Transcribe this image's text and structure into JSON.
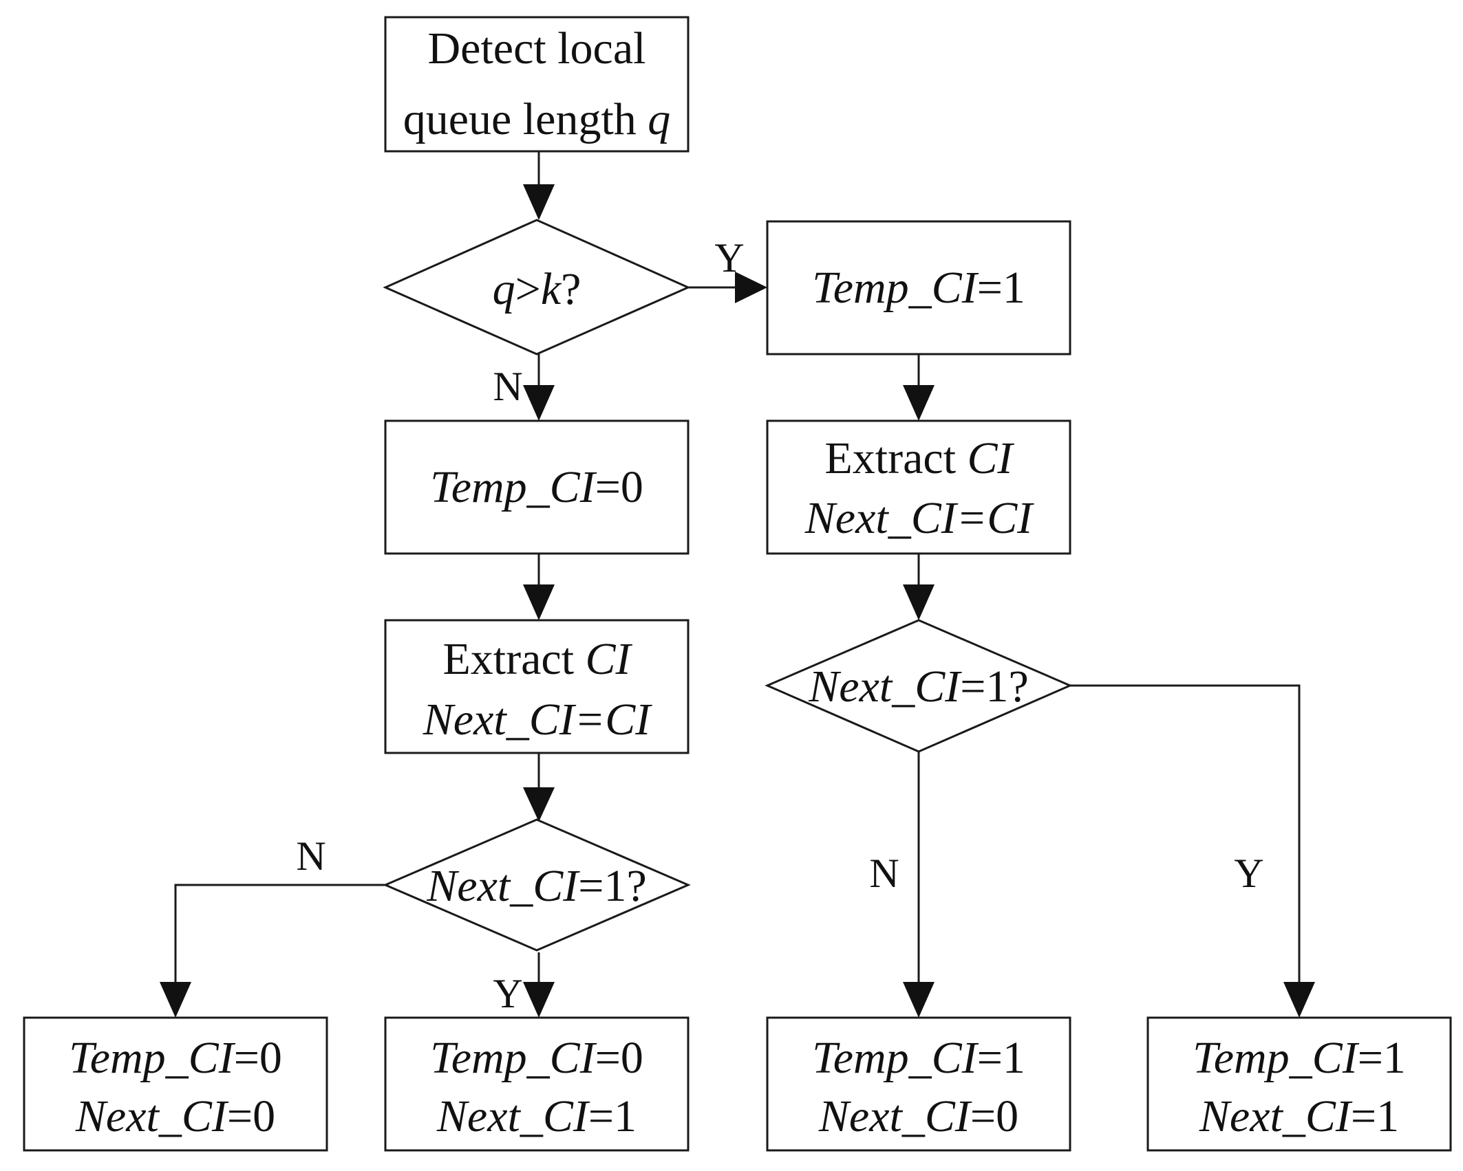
{
  "colors": {
    "stroke": "#1a1a1a",
    "background": "#ffffff"
  },
  "start": {
    "line1": "Detect local",
    "line2_text": "queue length ",
    "line2_var": "q"
  },
  "decision_q": {
    "var_q": "q",
    "op": ">",
    "var_k": "k",
    "tail": "?"
  },
  "labels": {
    "yes": "Y",
    "no": "N"
  },
  "right_branch": {
    "set": {
      "var": "Temp_CI",
      "eq": "=1"
    },
    "extract": {
      "word": "Extract ",
      "var": "CI",
      "assign": "Next_CI=CI"
    },
    "decision": {
      "var": "Next_CI",
      "eq": "=1?"
    },
    "out_no": {
      "l1_var": "Temp_CI",
      "l1_eq": "=1",
      "l2_var": "Next_CI",
      "l2_eq": "=0"
    },
    "out_yes": {
      "l1_var": "Temp_CI",
      "l1_eq": "=1",
      "l2_var": "Next_CI",
      "l2_eq": "=1"
    }
  },
  "left_branch": {
    "set": {
      "var": "Temp_CI",
      "eq": "=0"
    },
    "extract": {
      "word": "Extract ",
      "var": "CI",
      "assign": "Next_CI=CI"
    },
    "decision": {
      "var": "Next_CI",
      "eq": "=1?"
    },
    "out_no": {
      "l1_var": "Temp_CI",
      "l1_eq": "=0",
      "l2_var": "Next_CI",
      "l2_eq": "=0"
    },
    "out_yes": {
      "l1_var": "Temp_CI",
      "l1_eq": "=0",
      "l2_var": "Next_CI",
      "l2_eq": "=1"
    }
  }
}
